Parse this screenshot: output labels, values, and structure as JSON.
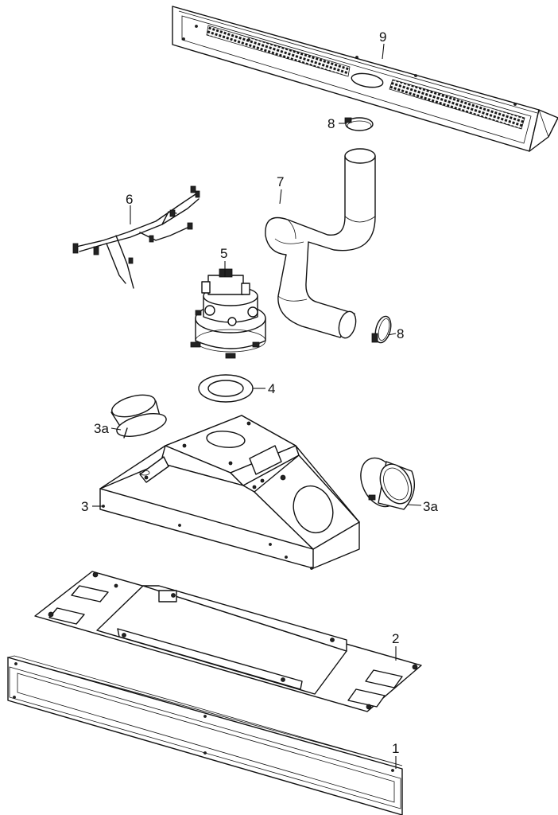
{
  "labels": {
    "p1": "1",
    "p2": "2",
    "p3": "3",
    "p3a_left": "3a",
    "p3a_right": "3a",
    "p4": "4",
    "p5": "5",
    "p6": "6",
    "p7": "7",
    "p8_top": "8",
    "p8_right": "8",
    "p9": "9"
  }
}
